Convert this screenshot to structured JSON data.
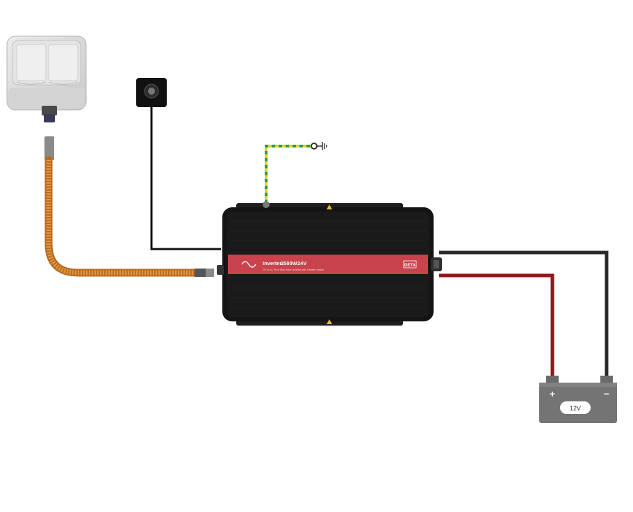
{
  "inverter": {
    "title": "Inverter",
    "power": "2500W",
    "voltage": "24V",
    "subtitle": "DC to AC Pure Sine Wave Inverter with Transfer Switch",
    "logo": "DETA"
  },
  "battery": {
    "voltage": "12V",
    "positive_symbol": "+",
    "negative_symbol": "−"
  },
  "colors": {
    "inverter_body": "#141414",
    "inverter_stripe": "#c9434c",
    "positive_cable": "#8b1a1a",
    "negative_cable": "#2a2a2a",
    "ground_yellow": "#d8d62a",
    "ground_green": "#2f9a4a",
    "ac_cable": "#d98a35",
    "battery_body": "#747474",
    "socket_box": "#dcdcdc"
  },
  "icons": [
    "sine-wave-icon",
    "ground-symbol-icon",
    "ring-terminal-icon"
  ]
}
